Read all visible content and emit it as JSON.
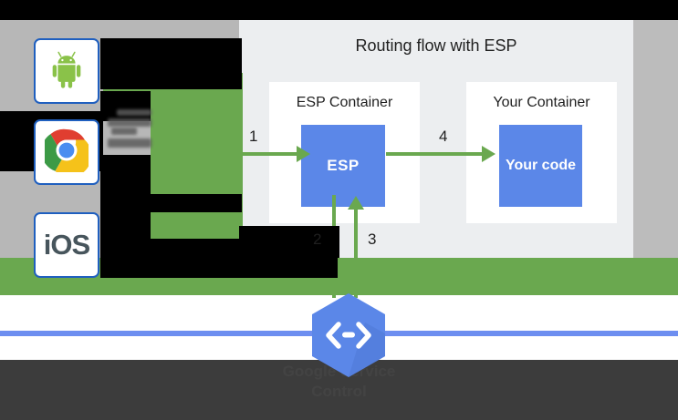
{
  "panel": {
    "title": "Routing flow with ESP",
    "containers": [
      {
        "title": "ESP Container",
        "box_label": "ESP"
      },
      {
        "title": "Your Container",
        "box_label": "Your code"
      }
    ],
    "steps": [
      "1",
      "2",
      "3",
      "4"
    ]
  },
  "clients": [
    {
      "name": "android-icon",
      "label": ""
    },
    {
      "name": "chrome-icon",
      "label": ""
    },
    {
      "name": "ios-icon",
      "label": "iOS"
    }
  ],
  "footer": {
    "logo": "cloud-endpoints-hexagon-icon",
    "caption_line1": "Google Service",
    "caption_line2": "Control"
  },
  "colors": {
    "green": "#6aa84f",
    "blue_box": "#5b87e8",
    "blue_rule": "#6d8ef0",
    "panel_bg": "#eceef0",
    "gray_band": "#b7b7b7",
    "dark_band": "#3c3c3c",
    "card_border": "#1f5fbf"
  }
}
